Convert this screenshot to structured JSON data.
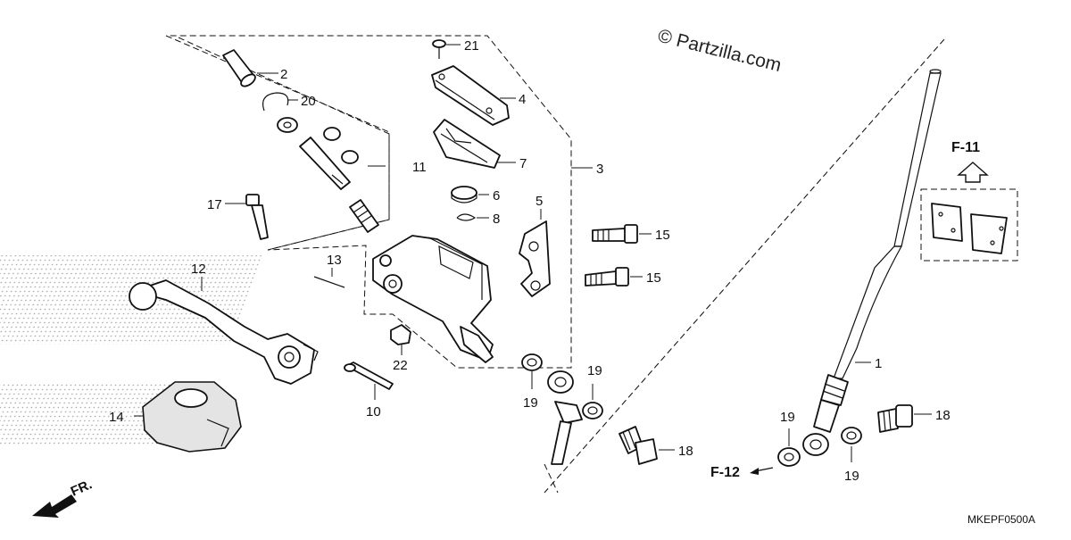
{
  "copyright": "© Partzilla.com",
  "diagram_code": "MKEPF0500A",
  "front_marker": "FR.",
  "references": {
    "upper": "F-11",
    "lower": "F-12"
  },
  "callouts": {
    "c1": "1",
    "c2": "2",
    "c3": "3",
    "c4": "4",
    "c5": "5",
    "c6": "6",
    "c7": "7",
    "c8": "8",
    "c10": "10",
    "c11": "11",
    "c12": "12",
    "c13": "13",
    "c14": "14",
    "c15a": "15",
    "c15b": "15",
    "c17": "17",
    "c18a": "18",
    "c18b": "18",
    "c19a": "19",
    "c19b": "19",
    "c19c": "19",
    "c19d": "19",
    "c20": "20",
    "c21": "21",
    "c22": "22"
  },
  "colors": {
    "ink": "#111111",
    "shade": "#e4e4e4",
    "background": "#ffffff"
  },
  "icons": [
    "arrow-up-icon",
    "arrow-left-icon",
    "front-direction-arrow-icon"
  ]
}
